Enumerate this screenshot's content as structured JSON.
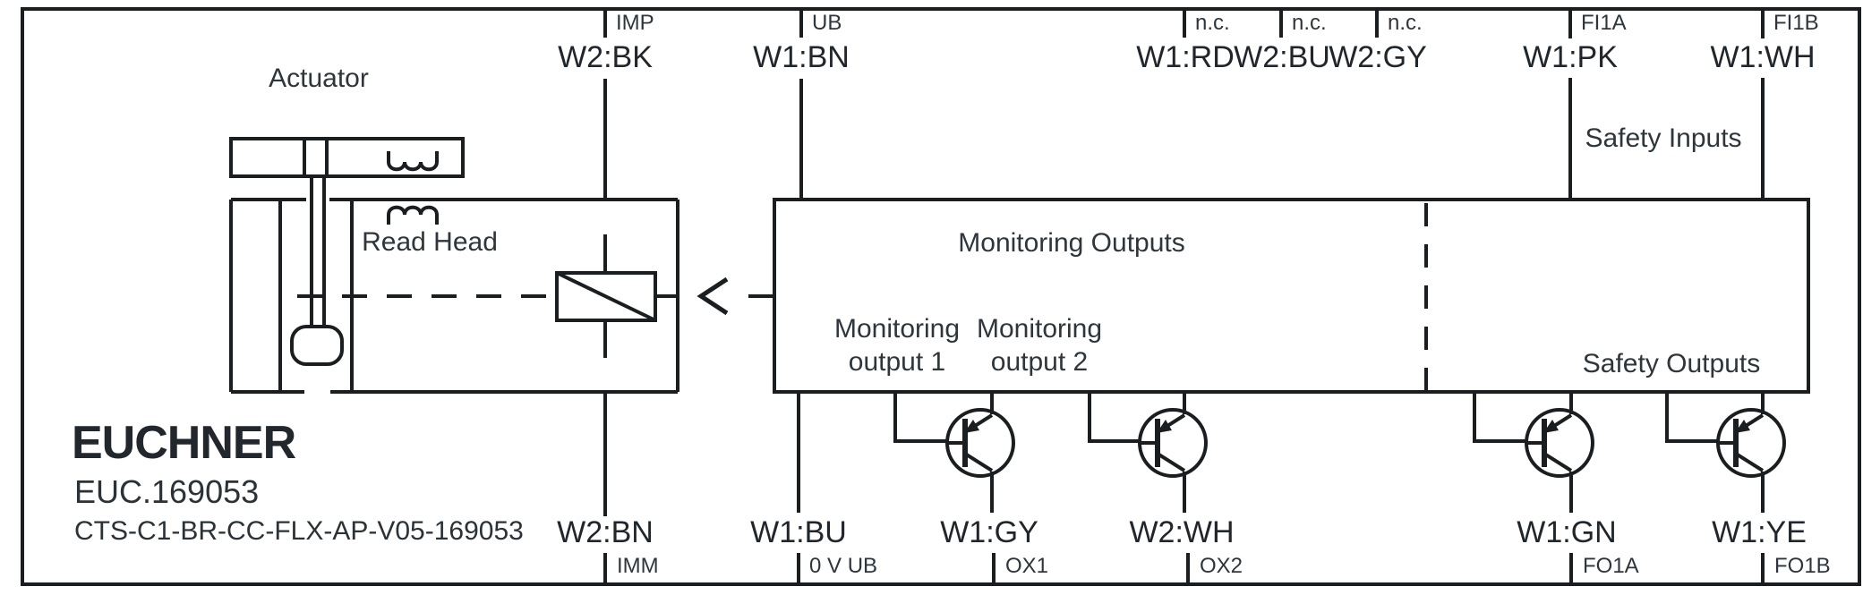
{
  "product": {
    "brand": "EUCHNER",
    "order_code": "EUC.169053",
    "type_code": "CTS-C1-BR-CC-FLX-AP-V05-169053"
  },
  "sections": {
    "actuator": "Actuator",
    "read_head": "Read Head",
    "monitoring_outputs": "Monitoring Outputs",
    "monitoring_output_1_line1": "Monitoring",
    "monitoring_output_1_line2": "output 1",
    "monitoring_output_2_line1": "Monitoring",
    "monitoring_output_2_line2": "output 2",
    "safety_inputs": "Safety Inputs",
    "safety_outputs": "Safety Outputs"
  },
  "top_terminals": [
    {
      "pin": "IMP",
      "wire": "W2:BK"
    },
    {
      "pin": "UB",
      "wire": "W1:BN"
    },
    {
      "pin": "n.c.",
      "wire": "W1:RD"
    },
    {
      "pin": "n.c.",
      "wire": "W2:BU"
    },
    {
      "pin": "n.c.",
      "wire": "W2:GY"
    },
    {
      "pin": "FI1A",
      "wire": "W1:PK"
    },
    {
      "pin": "FI1B",
      "wire": "W1:WH"
    }
  ],
  "bottom_terminals": [
    {
      "pin": "IMM",
      "wire": "W2:BN"
    },
    {
      "pin": "0 V UB",
      "wire": "W1:BU"
    },
    {
      "pin": "OX1",
      "wire": "W1:GY"
    },
    {
      "pin": "OX2",
      "wire": "W2:WH"
    },
    {
      "pin": "FO1A",
      "wire": "W1:GN"
    },
    {
      "pin": "FO1B",
      "wire": "W1:YE"
    }
  ],
  "icons": {
    "actuator_coil": "inductor-coil",
    "read_head_coil": "inductor-coil",
    "relay": "transponder-relay-symbol",
    "arrow": "signal-direction-arrow",
    "transistor": "open-collector-transistor"
  },
  "colors": {
    "line": "#1b1e21",
    "text": "#2e363c",
    "background": "#ffffff"
  }
}
